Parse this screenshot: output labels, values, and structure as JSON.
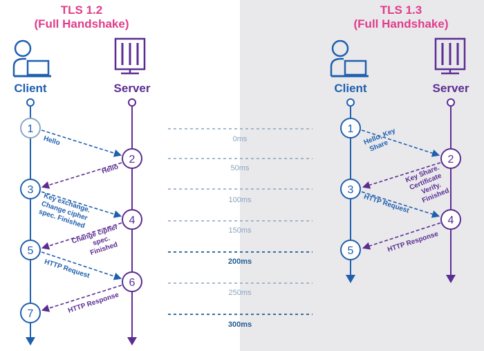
{
  "colors": {
    "magenta": "#e03c8a",
    "client_blue": "#1f5fae",
    "server_purple": "#5b2d91",
    "right_bg": "#e9e9ec",
    "timeline_light": "#8aa2bd",
    "timeline_dark": "#1f5a8f"
  },
  "tls12": {
    "title_line1": "TLS 1.2",
    "title_line2": "(Full Handshake)",
    "client_label": "Client",
    "server_label": "Server",
    "client_steps": [
      "1",
      "3",
      "5",
      "7"
    ],
    "server_steps": [
      "2",
      "4",
      "6"
    ],
    "messages": {
      "m1": [
        "Hello"
      ],
      "m2": [
        "Hello"
      ],
      "m3": [
        "Key exchange.",
        "Change cipher",
        "spec. Finished"
      ],
      "m4": [
        "Change cipher",
        "spec.",
        "Finished"
      ],
      "m5": [
        "HTTP Request"
      ],
      "m6": [
        "HTTP Response"
      ]
    }
  },
  "tls13": {
    "title_line1": "TLS 1.3",
    "title_line2": "(Full Handshake)",
    "client_label": "Client",
    "server_label": "Server",
    "client_steps": [
      "1",
      "3",
      "5"
    ],
    "server_steps": [
      "2",
      "4"
    ],
    "messages": {
      "m1": [
        "Hello, Key",
        "Share"
      ],
      "m2": [
        "Key Share.",
        "Certificate",
        "Verify.",
        "Finished"
      ],
      "m3": [
        "HTTP Request"
      ],
      "m4": [
        "HTTP Response"
      ]
    }
  },
  "timeline": [
    "0ms",
    "50ms",
    "100ms",
    "150ms",
    "200ms",
    "250ms",
    "300ms"
  ],
  "icons": {
    "client": "person-at-laptop-icon",
    "server": "server-rack-icon"
  }
}
